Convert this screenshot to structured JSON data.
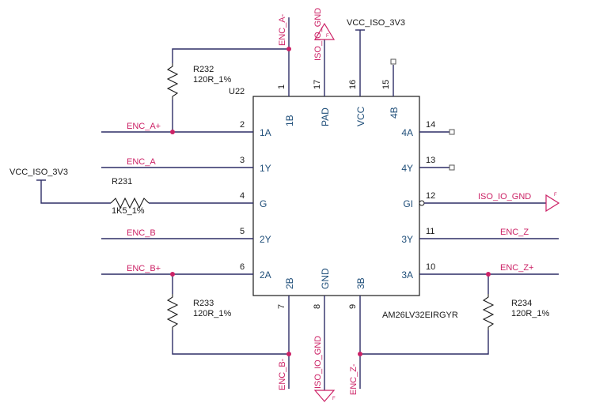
{
  "part": {
    "designator": "U22",
    "part_number": "AM26LV32EIRGYR",
    "left_pins": [
      {
        "name": "1A",
        "number": "2"
      },
      {
        "name": "1Y",
        "number": "3"
      },
      {
        "name": "G",
        "number": "4"
      },
      {
        "name": "2Y",
        "number": "5"
      },
      {
        "name": "2A",
        "number": "6"
      }
    ],
    "right_pins": [
      {
        "name": "4A",
        "number": "14"
      },
      {
        "name": "4Y",
        "number": "13"
      },
      {
        "name": "GI",
        "number": "12"
      },
      {
        "name": "3Y",
        "number": "11"
      },
      {
        "name": "3A",
        "number": "10"
      }
    ],
    "top_pins": [
      {
        "name": "1B",
        "number": "1"
      },
      {
        "name": "PAD",
        "number": "17"
      },
      {
        "name": "VCC",
        "number": "16"
      },
      {
        "name": "4B",
        "number": "15"
      }
    ],
    "bottom_pins": [
      {
        "name": "2B",
        "number": "7"
      },
      {
        "name": "GND",
        "number": "8"
      },
      {
        "name": "3B",
        "number": "9"
      }
    ]
  },
  "nets": {
    "enc_a_minus": "ENC_A-",
    "enc_a_plus": "ENC_A+",
    "enc_a": "ENC_A",
    "enc_b": "ENC_B",
    "enc_b_plus": "ENC_B+",
    "enc_b_minus": "ENC_B-",
    "enc_z": "ENC_Z",
    "enc_z_plus": "ENC_Z+",
    "enc_z_minus": "ENC_Z-",
    "iso_gnd_top": "ISO_IO_GND",
    "iso_gnd_right": "ISO_IO_GND",
    "iso_gnd_bottom": "ISO_IO_GND",
    "vcc_top": "VCC_ISO_3V3",
    "vcc_left": "VCC_ISO_3V3"
  },
  "resistors": [
    {
      "designator": "R232",
      "value": "120R_1%"
    },
    {
      "designator": "R231",
      "value": "1K5_1%"
    },
    {
      "designator": "R233",
      "value": "120R_1%"
    },
    {
      "designator": "R234",
      "value": "120R_1%"
    }
  ],
  "gnd_symbol_letter": "F",
  "colors": {
    "net_label": "#cc2266",
    "pin_name": "#1f4e79",
    "wire": "#2d2d66"
  }
}
